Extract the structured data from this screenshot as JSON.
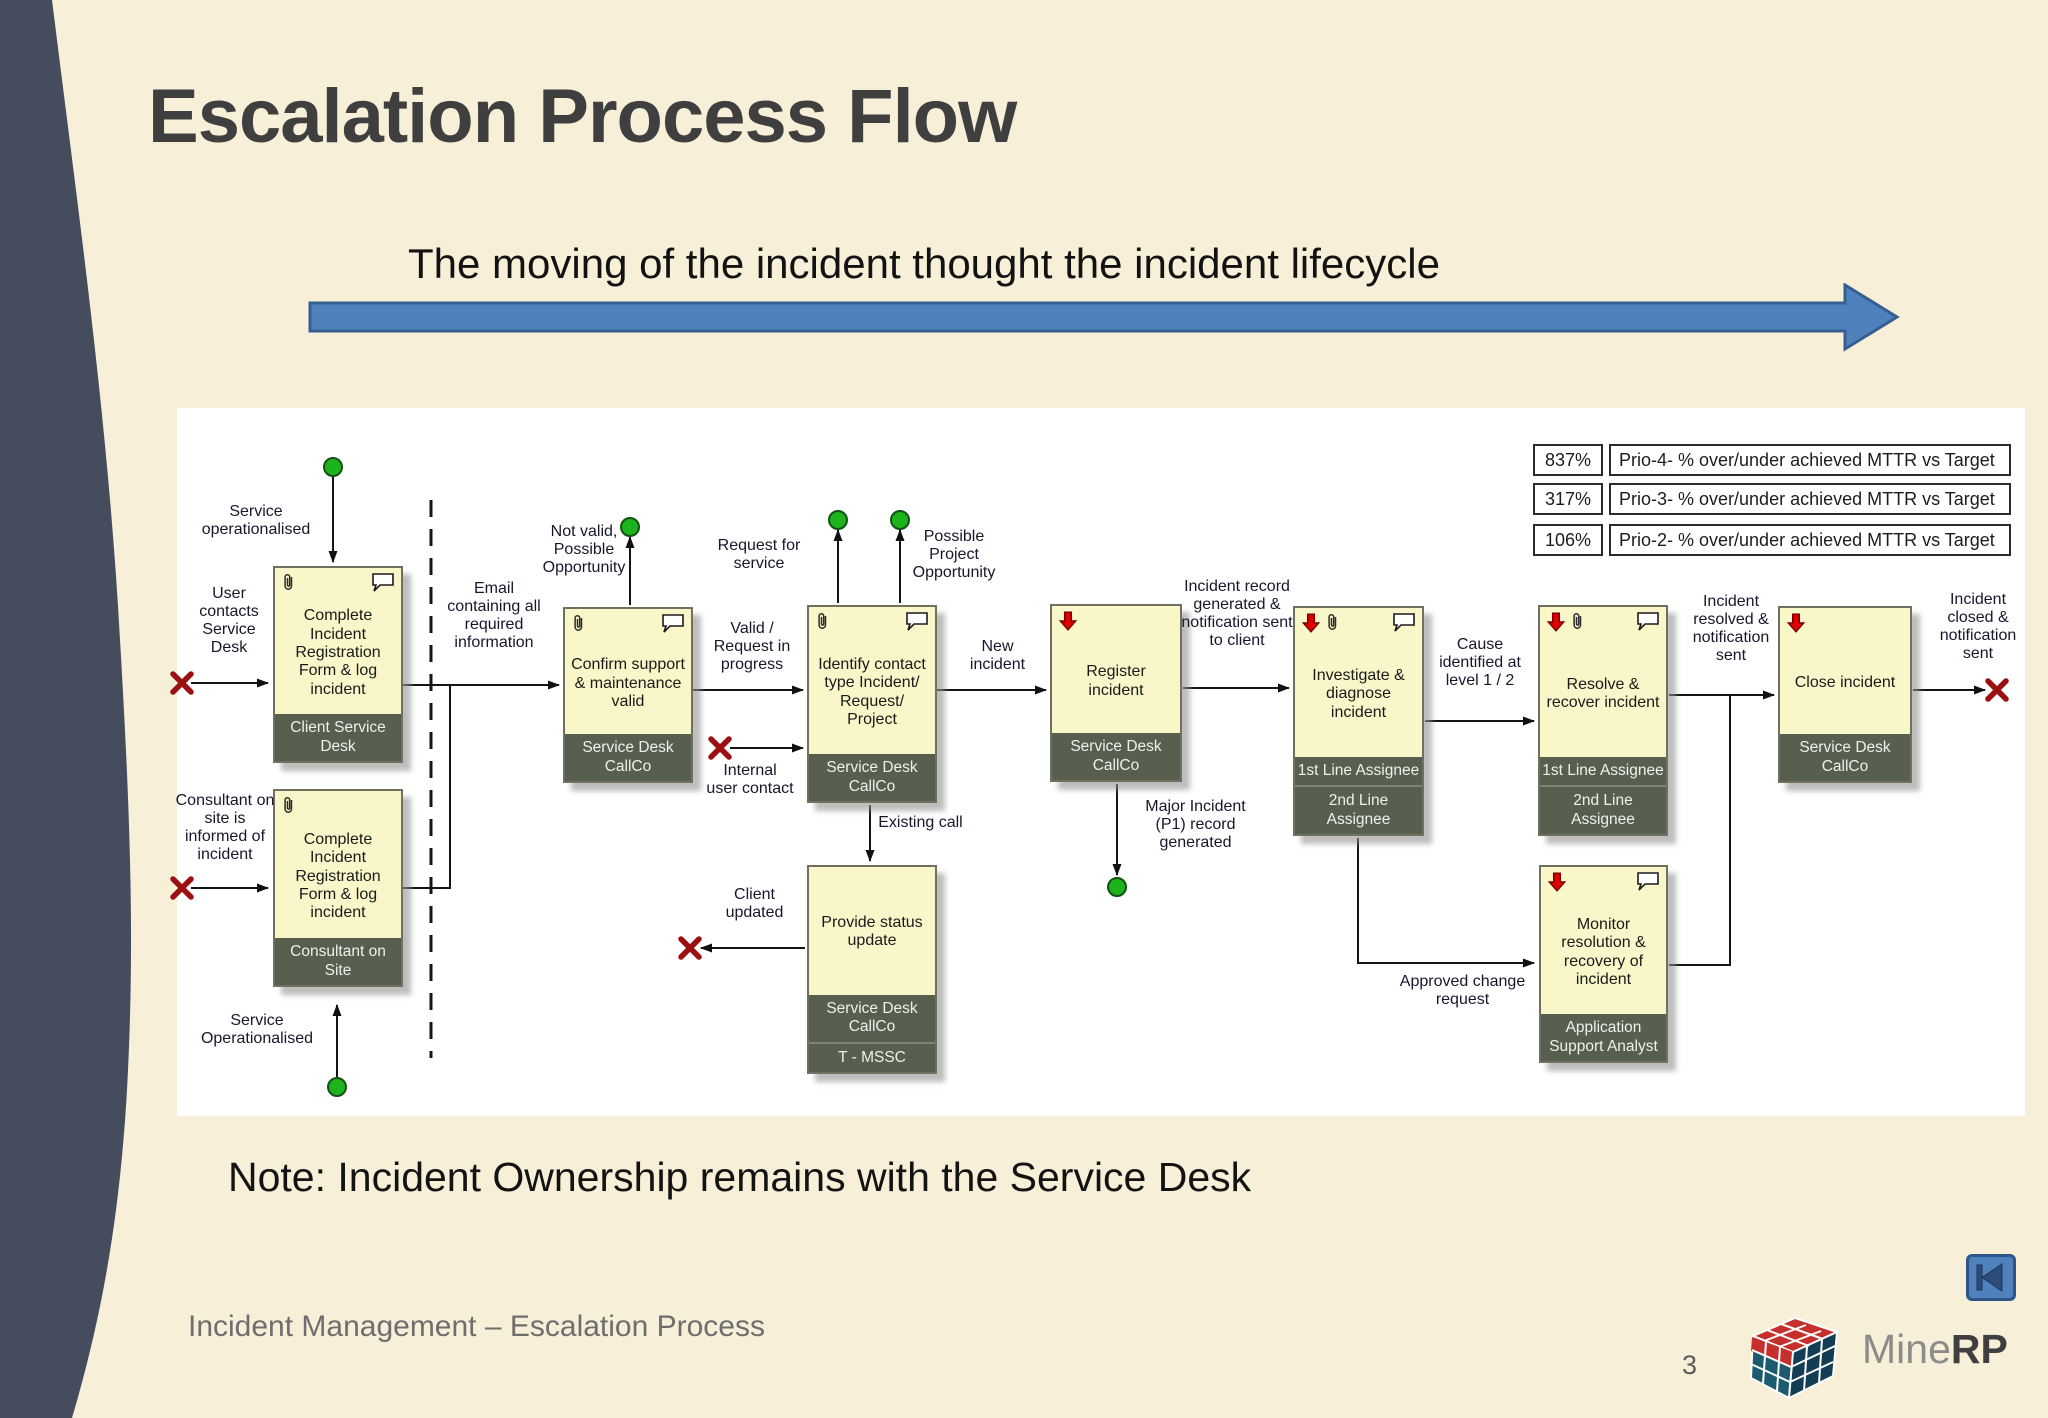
{
  "slide": {
    "title": "Escalation Process Flow",
    "subtitle": "The moving of the incident thought the incident lifecycle",
    "note": "Note: Incident Ownership remains with the Service Desk",
    "footer": "Incident Management – Escalation Process",
    "page_number": "3",
    "logo_text_light": "Mine",
    "logo_text_bold": "RP"
  },
  "metrics": [
    {
      "value": "837%",
      "label": "Prio-4- % over/under achieved MTTR vs Target"
    },
    {
      "value": "317%",
      "label": "Prio-3- % over/under achieved MTTR vs Target"
    },
    {
      "value": "106%",
      "label": "Prio-2- % over/under achieved MTTR vs Target"
    }
  ],
  "boxes": [
    {
      "title": "Complete Incident Registration Form & log incident",
      "footers": [
        "Client Service Desk"
      ]
    },
    {
      "title": "Complete Incident Registration Form & log incident",
      "footers": [
        "Consultant on Site"
      ]
    },
    {
      "title": "Confirm support & maintenance valid",
      "footers": [
        "Service Desk CallCo"
      ]
    },
    {
      "title": "Identify contact type Incident/ Request/ Project",
      "footers": [
        "Service Desk CallCo"
      ]
    },
    {
      "title": "Register incident",
      "footers": [
        "Service Desk CallCo"
      ]
    },
    {
      "title": "Provide status update",
      "footers": [
        "Service Desk CallCo",
        "T - MSSC"
      ]
    },
    {
      "title": "Investigate & diagnose incident",
      "footers": [
        "1st Line Assignee",
        "2nd Line Assignee"
      ]
    },
    {
      "title": "Resolve & recover incident",
      "footers": [
        "1st Line Assignee",
        "2nd Line Assignee"
      ]
    },
    {
      "title": "Close incident",
      "footers": [
        "Service Desk CallCo"
      ]
    },
    {
      "title": "Monitor resolution & recovery of incident",
      "footers": [
        "Application Support Analyst"
      ]
    }
  ],
  "labels": {
    "service_operationalised_top": "Service operationalised",
    "user_contacts": "User contacts Service Desk",
    "consultant_informed": "Consultant on site is informed of incident",
    "service_operationalised_bottom": "Service Operationalised",
    "email_containing": "Email containing all required information",
    "not_valid": "Not valid, Possible Opportunity",
    "request_for_service": "Request for service",
    "valid_request": "Valid / Request in progress",
    "internal_user": "Internal user contact",
    "possible_project": "Possible Project Opportunity",
    "new_incident": "New incident",
    "existing_call": "Existing call",
    "client_updated": "Client updated",
    "incident_record": "Incident record generated & notification sent to client",
    "major_incident": "Major Incident (P1) record generated",
    "cause_identified": "Cause identified at level 1 / 2",
    "incident_resolved": "Incident resolved & notification sent",
    "incident_closed": "Incident closed & notification sent",
    "approved_change": "Approved change request"
  },
  "colors": {
    "background": "#f7efd8",
    "sidebar": "#454c5e",
    "arrow_blue": "#4f81bd",
    "box_yellow": "#f9f6c9",
    "box_footer_green": "#57604f",
    "start_green": "#1db31d",
    "terminate_red": "#9b1010",
    "icon_arrow_red": "#e00000"
  }
}
